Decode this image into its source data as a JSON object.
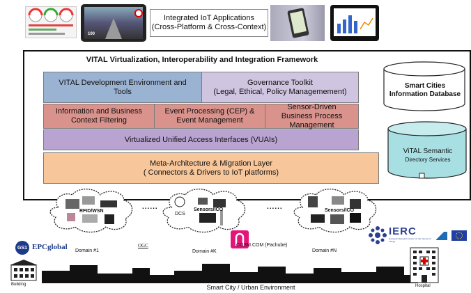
{
  "top": {
    "apps_title_line1": "Integrated IoT Applications",
    "apps_title_line2": "(Cross-Platform & Cross-Context)",
    "phone_speed": "100"
  },
  "framework": {
    "title": "VITAL Virtualization, Interoperability and Integration Framework",
    "dev_env": "VITAL Development Environment and Tools",
    "governance_line1": "Governance Toolkit",
    "governance_line2": "(Legal, Ethical, Policy Managemement)",
    "info_filter": "Information and Business Context Filtering",
    "cep_line1": "Event Processing (CEP) &",
    "cep_line2": "Event Management",
    "sensor_bpm": "Sensor-Driven Business Process Management",
    "vuai": "Virtualized Unified Access Interfaces (VUAIs)",
    "meta_line1": "Meta-Architecture & Migration Layer",
    "meta_line2": "( Connectors &  Drivers to IoT platforms)",
    "db1_line1": "Smart Cities",
    "db1_line2": "Information Database",
    "db2_line1": "ViTAL Semantic",
    "db2_line2": "Directory Services"
  },
  "domains": {
    "cloud1_label": "RFID/WSN",
    "cloud2_label": "Sensors/ICO",
    "cloud3_label": "Sensors/ICO",
    "dcs": "DCS",
    "dots": "......",
    "d1": "Domain #1",
    "dk": "Domain #K",
    "dn": "Domain #N"
  },
  "logos": {
    "gs1": "GS1",
    "epc": "EPCglobal",
    "ogc": "OGC",
    "cosm": "COSM.COM (Pachube)",
    "ierc": "IERC",
    "ierc_sub": "European Research Cluster on the Internet of Things"
  },
  "city": {
    "label": "Smart City / Urban Environment",
    "building": "Building",
    "hospital": "Hospital"
  }
}
